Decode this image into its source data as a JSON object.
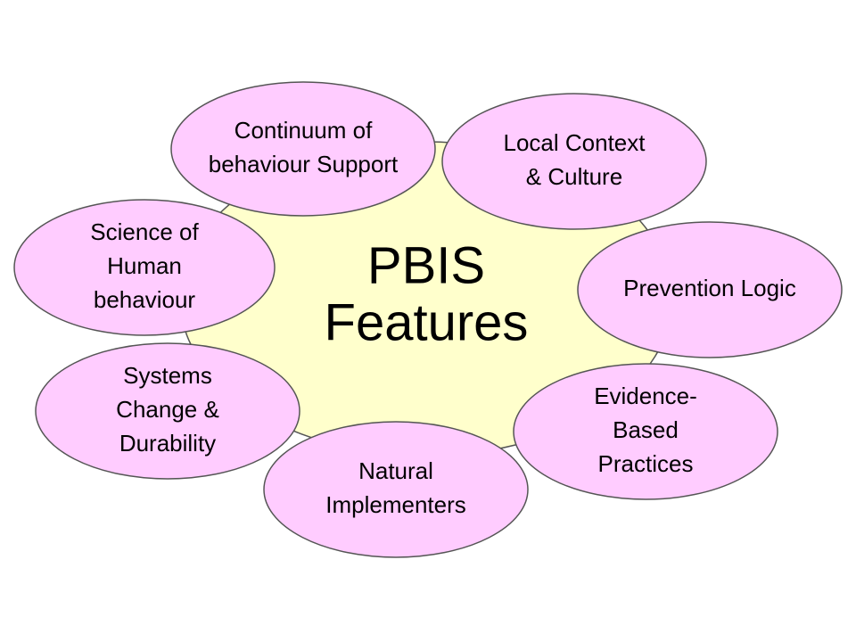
{
  "colors": {
    "center_fill": "#ffffcc",
    "petal_fill": "#ffccff",
    "stroke": "#555555",
    "text": "#000000"
  },
  "center": {
    "lines": [
      "PBIS",
      "Features"
    ]
  },
  "features": [
    {
      "id": "continuum",
      "lines": [
        "Continuum of",
        "behaviour Support"
      ]
    },
    {
      "id": "local-context",
      "lines": [
        "Local Context",
        "& Culture"
      ]
    },
    {
      "id": "science",
      "lines": [
        "Science of",
        "Human",
        "behaviour"
      ]
    },
    {
      "id": "prevention",
      "lines": [
        "Prevention Logic"
      ]
    },
    {
      "id": "systems",
      "lines": [
        "Systems",
        "Change &",
        "Durability"
      ]
    },
    {
      "id": "evidence",
      "lines": [
        "Evidence-",
        "Based",
        "Practices"
      ]
    },
    {
      "id": "natural",
      "lines": [
        "Natural",
        "Implementers"
      ]
    }
  ]
}
